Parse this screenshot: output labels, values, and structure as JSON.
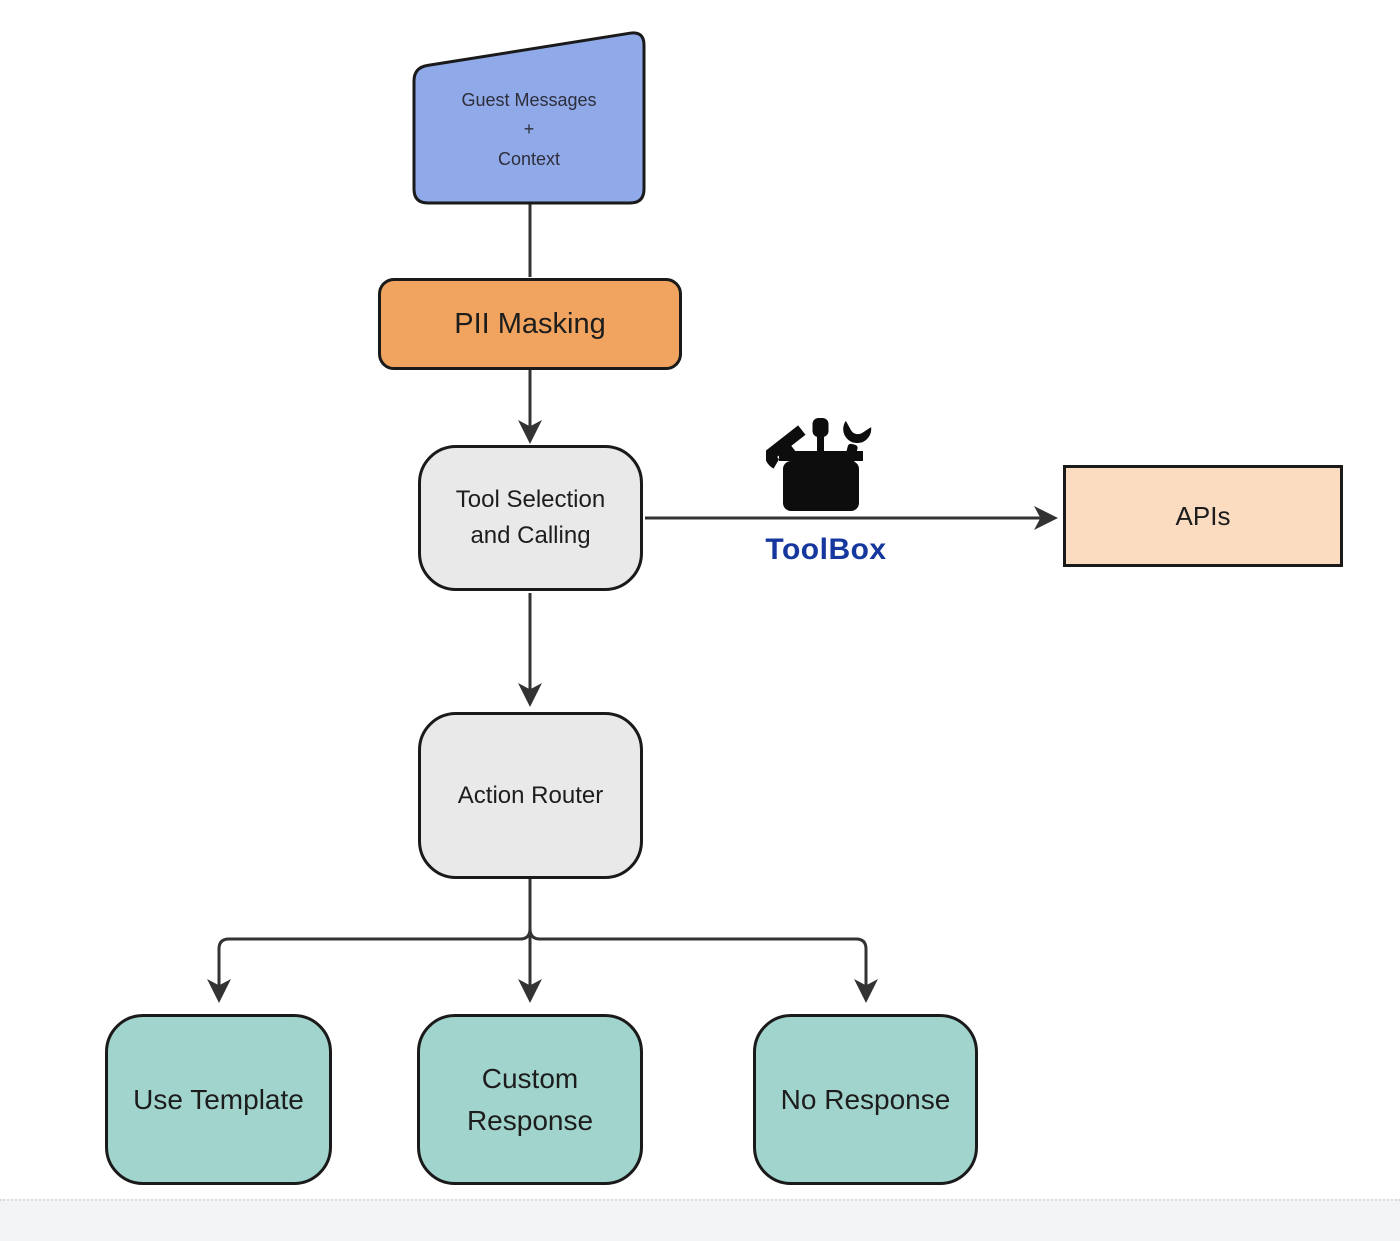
{
  "palette": {
    "background": "#ffffff",
    "node_border": "#1a1a1a",
    "connector": "#333333",
    "guest_messages_fill": "#8FA9E9",
    "pii_fill": "#F0A45F",
    "process_fill": "#E9E9E9",
    "apis_fill": "#FCDCC0",
    "result_fill": "#A0D4CC",
    "toolbox_label_color": "#15379E",
    "toolbox_icon_color": "#0d0d0d"
  },
  "nodes": {
    "guest_messages": {
      "lines": [
        "Guest Messages",
        "+",
        "Context"
      ]
    },
    "pii_masking": {
      "label": "PII Masking"
    },
    "tool_selection": {
      "lines": [
        "Tool Selection",
        "and Calling"
      ]
    },
    "apis": {
      "label": "APIs"
    },
    "action_router": {
      "label": "Action Router"
    },
    "use_template": {
      "label": "Use Template"
    },
    "custom_response": {
      "lines": [
        "Custom",
        "Response"
      ]
    },
    "no_response": {
      "label": "No Response"
    }
  },
  "toolbox": {
    "label": "ToolBox"
  }
}
